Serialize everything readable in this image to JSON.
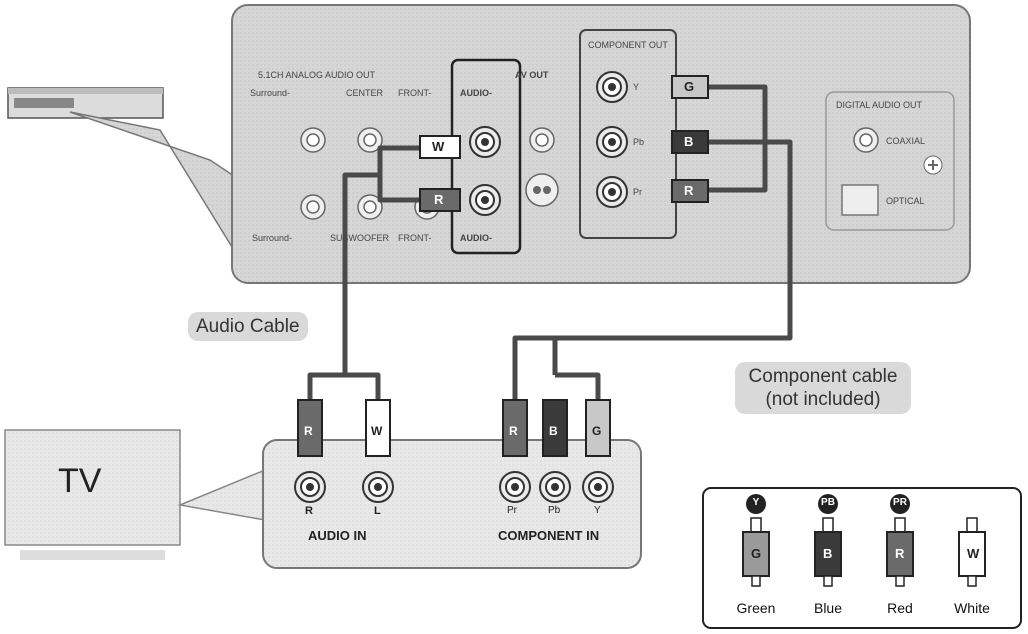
{
  "player_panel": {
    "analog_out_title": "5.1CH ANALOG AUDIO OUT",
    "surround_top": "Surround-",
    "center": "CENTER",
    "front_top": "FRONT-",
    "av_out": "AV OUT",
    "audio_l": "AUDIO-",
    "audio_r": "AUDIO-",
    "surround_bottom": "Surround-",
    "subwoofer": "SUBWOOFER",
    "front_bottom": "FRONT-",
    "component_out": "COMPONENT OUT",
    "comp_y": "Y",
    "comp_pb": "Pb",
    "comp_pr": "Pr",
    "digital_audio_out": "DIGITAL AUDIO OUT",
    "coaxial": "COAXIAL",
    "optical": "OPTICAL"
  },
  "plugs": {
    "audio_white": "W",
    "audio_red": "R",
    "comp_green": "G",
    "comp_blue": "B",
    "comp_red": "R"
  },
  "labels": {
    "audio_cable": "Audio Cable",
    "component_cable_line1": "Component cable",
    "component_cable_line2": "(not included)"
  },
  "tv": {
    "label": "TV"
  },
  "tv_panel": {
    "audio_plug_r": "R",
    "audio_plug_w": "W",
    "jack_r": "R",
    "jack_l": "L",
    "audio_in": "AUDIO IN",
    "comp_plug_r": "R",
    "comp_plug_b": "B",
    "comp_plug_g": "G",
    "jack_pr": "Pr",
    "jack_pb": "Pb",
    "jack_y": "Y",
    "component_in": "COMPONENT IN"
  },
  "legend": {
    "items": [
      {
        "badge": "Y",
        "plug": "G",
        "name": "Green",
        "color": "#9a9a9a"
      },
      {
        "badge": "PB",
        "plug": "B",
        "name": "Blue",
        "color": "#3a3a3a"
      },
      {
        "badge": "PR",
        "plug": "R",
        "name": "Red",
        "color": "#6a6a6a"
      },
      {
        "badge": "",
        "plug": "W",
        "name": "White",
        "color": "#ffffff"
      }
    ]
  },
  "colors": {
    "panel": "#d4d4d4",
    "panel_border": "#777777",
    "cable": "#4a4a4a",
    "bubble": "#d9d9d9"
  }
}
